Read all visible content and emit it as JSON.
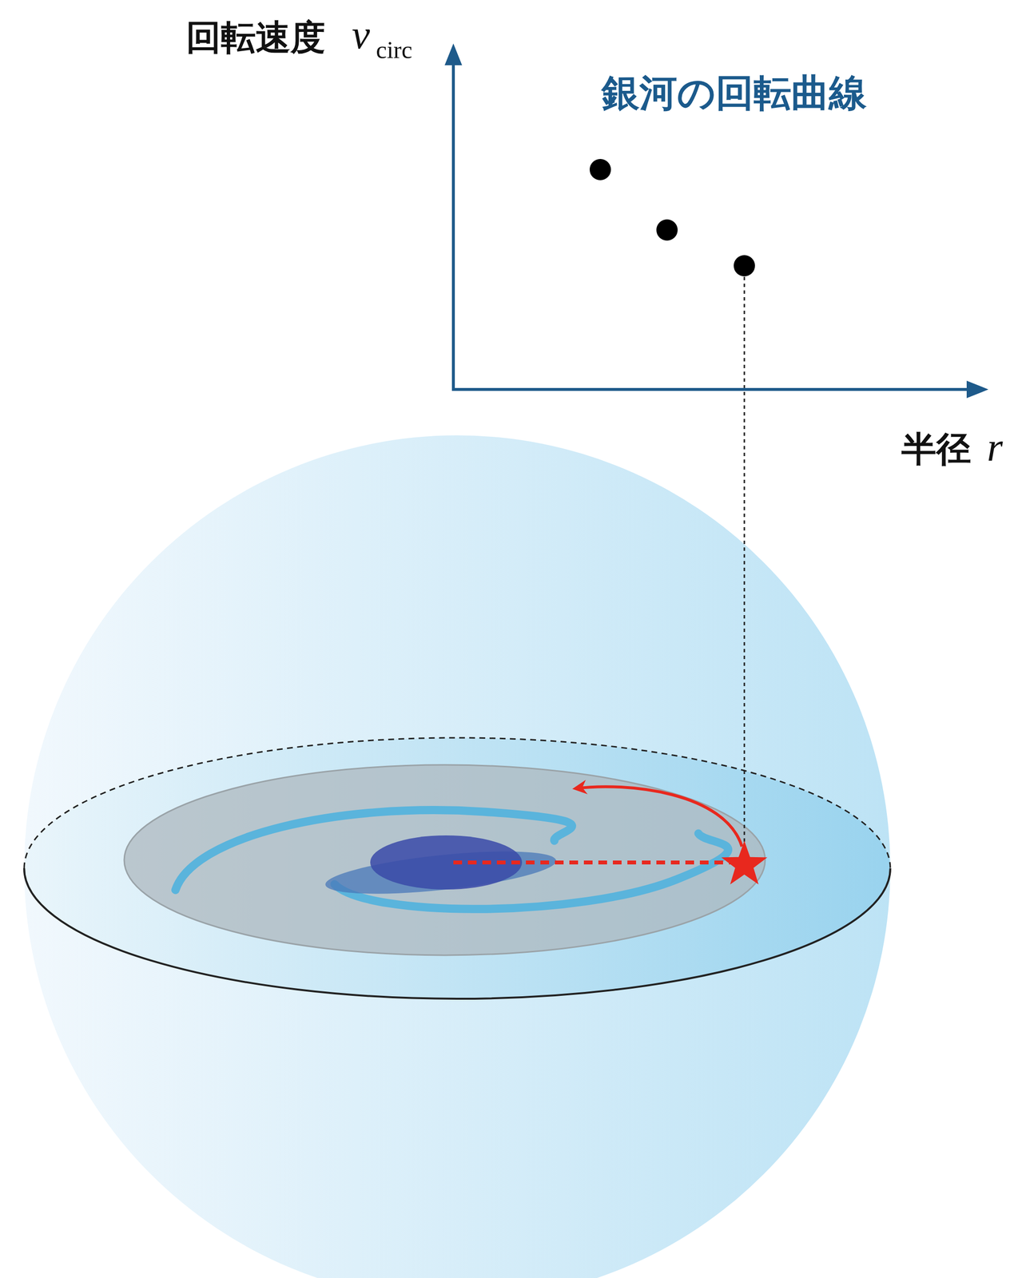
{
  "diagram": {
    "title": "銀河の回転曲線",
    "labels": [
      "回転速度",
      "v",
      "circ",
      "半径",
      "r"
    ]
  }
}
